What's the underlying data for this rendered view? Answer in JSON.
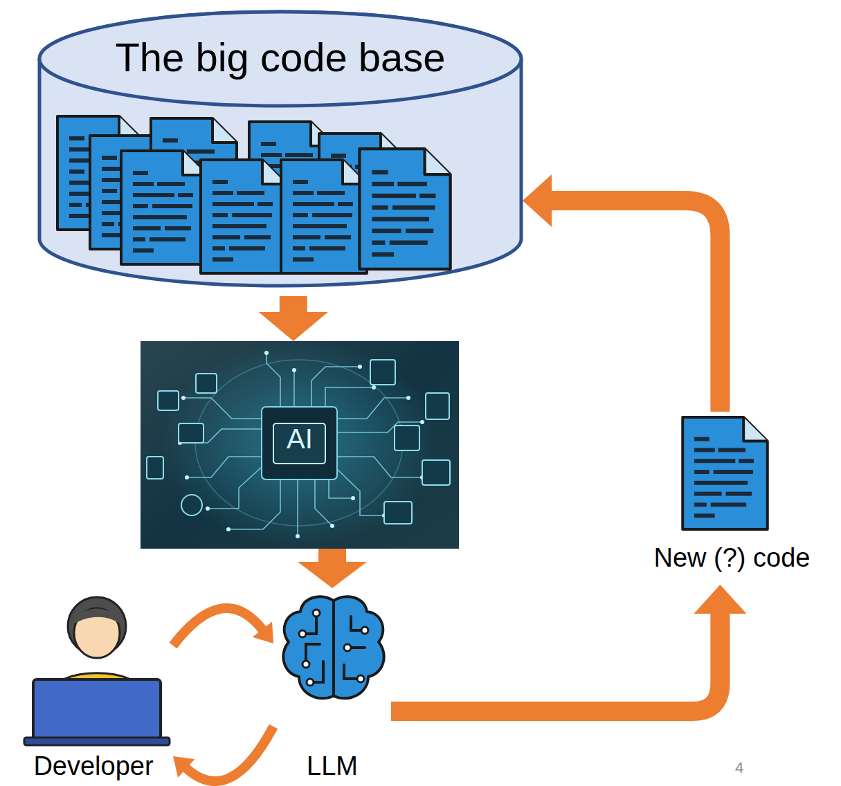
{
  "diagram": {
    "nodes": [
      {
        "text": [
          "The big code base"
        ]
      },
      {
        "text": [
          "AI"
        ]
      },
      {
        "text": [
          "LLM"
        ]
      },
      {
        "text": [
          "Developer"
        ]
      },
      {
        "text": [
          "New (?) code"
        ]
      }
    ],
    "edges": [
      {
        "from": 0,
        "to": 1,
        "arrow": "to"
      },
      {
        "from": 1,
        "to": 2,
        "arrow": "to"
      },
      {
        "from": 3,
        "to": 2,
        "arrow": "to"
      },
      {
        "from": 2,
        "to": 3,
        "arrow": "to"
      },
      {
        "from": 2,
        "to": 4,
        "arrow": "to"
      },
      {
        "from": 4,
        "to": 0,
        "arrow": "to"
      }
    ],
    "labels": [
      "4"
    ]
  }
}
